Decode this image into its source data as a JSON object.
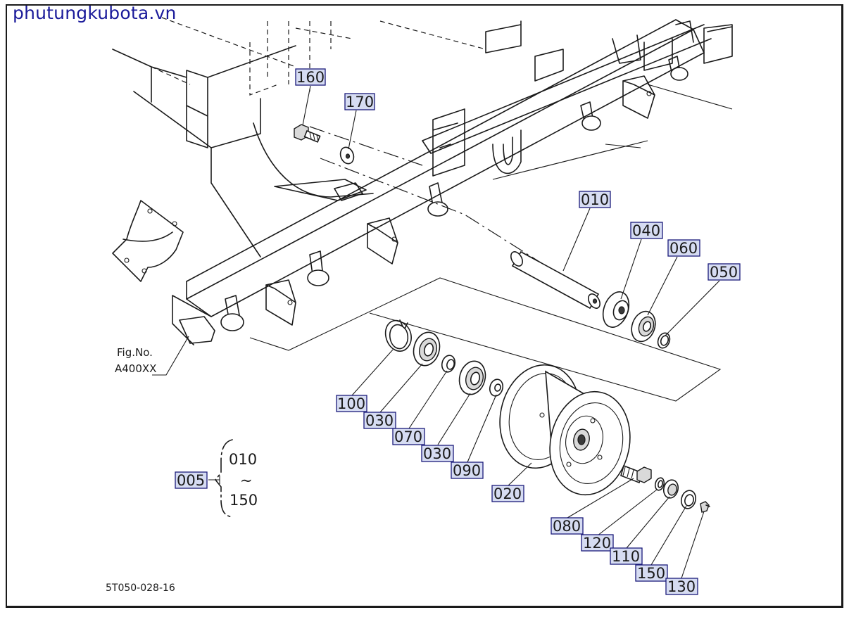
{
  "watermark": "phutungkubota.vn",
  "figure_reference": {
    "line1": "Fig.No.",
    "line2": "A400XX"
  },
  "drawing_number": "5T050-028-16",
  "assembly": {
    "part": "005",
    "range_start": "010",
    "range_tilde": "~",
    "range_end": "150"
  },
  "callouts": [
    {
      "id": "160",
      "label": "160"
    },
    {
      "id": "170",
      "label": "170"
    },
    {
      "id": "010",
      "label": "010"
    },
    {
      "id": "040",
      "label": "040"
    },
    {
      "id": "060",
      "label": "060"
    },
    {
      "id": "050",
      "label": "050"
    },
    {
      "id": "100",
      "label": "100"
    },
    {
      "id": "030a",
      "label": "030"
    },
    {
      "id": "070",
      "label": "070"
    },
    {
      "id": "030b",
      "label": "030"
    },
    {
      "id": "090",
      "label": "090"
    },
    {
      "id": "020",
      "label": "020"
    },
    {
      "id": "080",
      "label": "080"
    },
    {
      "id": "120",
      "label": "120"
    },
    {
      "id": "110",
      "label": "110"
    },
    {
      "id": "150",
      "label": "150"
    },
    {
      "id": "130",
      "label": "130"
    }
  ],
  "colors": {
    "line": "#1a1a1a",
    "callout_fill": "#d6dcf2",
    "callout_border": "#1a1a7a",
    "watermark": "#1a1a9a"
  }
}
